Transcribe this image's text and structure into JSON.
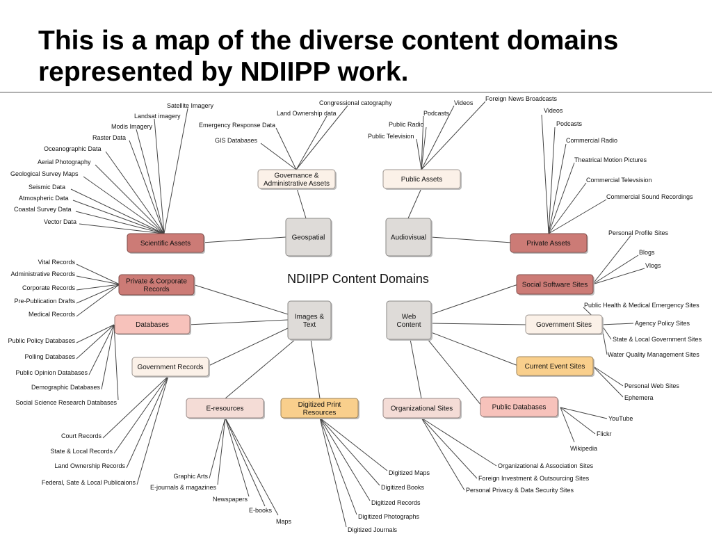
{
  "slide": {
    "title": "This is a map of the diverse content domains represented by NDIIPP work."
  },
  "diagram": {
    "center_label": "NDIIPP Content Domains",
    "colors": {
      "hub": "#dedbd8",
      "red": "#cc7b76",
      "pink": "#f7c2bb",
      "cream": "#fbf1e8",
      "blush": "#f4dcd6",
      "orange": "#f9cf8c",
      "line": "#444444"
    },
    "hubs": [
      {
        "id": "geo",
        "label": "Geospatial"
      },
      {
        "id": "av",
        "label": "Audiovisual"
      },
      {
        "id": "img",
        "label": "Images & Text"
      },
      {
        "id": "web",
        "label": "Web Content"
      }
    ],
    "domains": [
      {
        "id": "sci",
        "label": "Scientific Assets",
        "color": "red"
      },
      {
        "id": "gov",
        "label": "Governance & Administrative Assets",
        "color": "cream"
      },
      {
        "id": "pub",
        "label": "Public Assets",
        "color": "cream"
      },
      {
        "id": "priv",
        "label": "Private Assets",
        "color": "red"
      },
      {
        "id": "pcr",
        "label": "Private & Corporate Records",
        "color": "red"
      },
      {
        "id": "db",
        "label": "Databases",
        "color": "pink"
      },
      {
        "id": "govrec",
        "label": "Government Records",
        "color": "cream"
      },
      {
        "id": "eres",
        "label": "E-resources",
        "color": "blush"
      },
      {
        "id": "dpr",
        "label": "Digitized Print Resources",
        "color": "orange"
      },
      {
        "id": "org",
        "label": "Organizational Sites",
        "color": "blush"
      },
      {
        "id": "pubdb",
        "label": "Public Databases",
        "color": "pink"
      },
      {
        "id": "cur",
        "label": "Current Event Sites",
        "color": "orange"
      },
      {
        "id": "govs",
        "label": "Government Sites",
        "color": "cream"
      },
      {
        "id": "soc",
        "label": "Social Software Sites",
        "color": "red"
      }
    ],
    "leaves": {
      "sci": [
        "Satellite Imagery",
        "Landsat imagery",
        "Modis Imagery",
        "Raster Data",
        "Oceanographic Data",
        "Aerial Photography",
        "Geological Survey Maps",
        "Seismic Data",
        "Atmospheric Data",
        "Coastal Survey Data",
        "Vector Data"
      ],
      "gov": [
        "Congressional catography",
        "Land Ownership data",
        "Emergency Response Data",
        "GIS Databases"
      ],
      "pub": [
        "Foreign News Broadcasts",
        "Videos",
        "Podcasts",
        "Public Radio",
        "Public Television"
      ],
      "priv": [
        "Videos",
        "Podcasts",
        "Commercial Radio",
        "Theatrical Motion Pictures",
        "Commercial Televsision",
        "Commercial Sound Recordings"
      ],
      "pcr": [
        "Vital Records",
        "Administrative Records",
        "Corporate Records",
        "Pre-Publication Drafts",
        "Medical Records"
      ],
      "db": [
        "Public Policy Databases",
        "Polling Databases",
        "Public Opinion Databases",
        "Demographic Databases",
        "Social Science Research Databases"
      ],
      "govrec": [
        "Court Records",
        "State & Local Records",
        "Land Ownership Records",
        "Federal, Sate & Local Publicaions"
      ],
      "eres": [
        "Graphic Arts",
        "E-journals & magazines",
        "Newspapers",
        "E-books",
        "Maps"
      ],
      "dpr": [
        "Digitized Maps",
        "Digitized Books",
        "Digitized Records",
        "Digitized Photographs",
        "Digitized Journals"
      ],
      "org": [
        "Organizational & Association Sites",
        "Foreign Investment & Outsourcing Sites",
        "Personal Privacy & Data Security Sites"
      ],
      "pubdb": [
        "YouTube",
        "Flickr",
        "Wikipedia"
      ],
      "cur": [
        "Personal Web Sites",
        "Ephemera"
      ],
      "govs": [
        "Public Health & Medical Emergency Sites",
        "Agency Policy Sites",
        "State & Local Government Sites",
        "Water Quality Management Sites"
      ],
      "soc": [
        "Personal Profile Sites",
        "Blogs",
        "Vlogs"
      ]
    }
  }
}
